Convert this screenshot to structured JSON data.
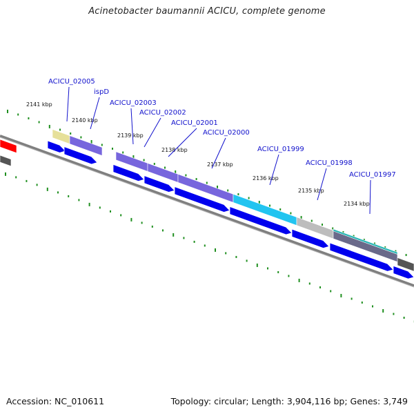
{
  "title": "Acinetobacter baumannii ACICU, complete genome",
  "footer": {
    "accession": "Accession: NC_010611",
    "summary": "Topology: circular; Length: 3,904,116 bp; Genes: 3,749"
  },
  "colors": {
    "backbone": "#7f7f7f",
    "cds_arrow": "#0000ee",
    "feature_purple": "#7766dd",
    "feature_cyan": "#22c4f0",
    "feature_grey": "#bdbdbd",
    "feature_red": "#ff0000",
    "feature_yellow": "#e6e09a",
    "gc_tick": "#1f8f1f",
    "gene_label": "#1010cc"
  },
  "kbp_labels": [
    "2141 kbp",
    "2140 kbp",
    "2139 kbp",
    "2138 kbp",
    "2137 kbp",
    "2136 kbp",
    "2135 kbp",
    "2134 kbp"
  ],
  "genes": [
    {
      "name": "ACICU_02005"
    },
    {
      "name": "ispD"
    },
    {
      "name": "ACICU_02003"
    },
    {
      "name": "ACICU_02002"
    },
    {
      "name": "ACICU_02001"
    },
    {
      "name": "ACICU_02000"
    },
    {
      "name": "ACICU_01999"
    },
    {
      "name": "ACICU_01998"
    },
    {
      "name": "ACICU_01997"
    }
  ]
}
